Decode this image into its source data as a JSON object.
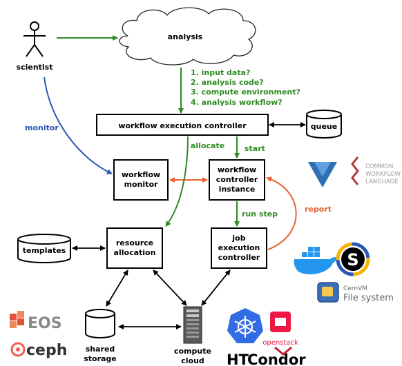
{
  "actors": {
    "scientist": "scientist"
  },
  "nodes": {
    "analysis": "analysis",
    "workflow_execution_controller": "workflow execution controller",
    "queue": "queue",
    "workflow_monitor": [
      "workflow",
      "monitor"
    ],
    "workflow_controller_instance": [
      "workflow",
      "controller",
      "instance"
    ],
    "resource_allocation": [
      "resource",
      "allocation"
    ],
    "job_execution_controller": [
      "job",
      "execution",
      "controller"
    ],
    "templates": "templates",
    "shared_storage": [
      "shared",
      "storage"
    ],
    "compute_cloud": [
      "compute",
      "cloud"
    ]
  },
  "questions": [
    "1. input data?",
    "2. analysis code?",
    "3. compute environment?",
    "4. analysis workflow?"
  ],
  "edge_labels": {
    "monitor": "monitor",
    "allocate": "allocate",
    "start": "start",
    "run_step": "run step",
    "report": "report"
  },
  "logos": {
    "cwl": [
      "COMMON",
      "WORKFLOW",
      "LANGUAGE"
    ],
    "eos": "EOS",
    "ceph": "ceph",
    "cvmfs": [
      "CernVM",
      "File system"
    ],
    "openstack": "openstack",
    "htcondor_ht": "HT",
    "htcondor_rest": "Condor"
  },
  "colors": {
    "green": "#2e8b22",
    "blue": "#2c56b8",
    "orange": "#e8622f",
    "black": "#000000"
  }
}
